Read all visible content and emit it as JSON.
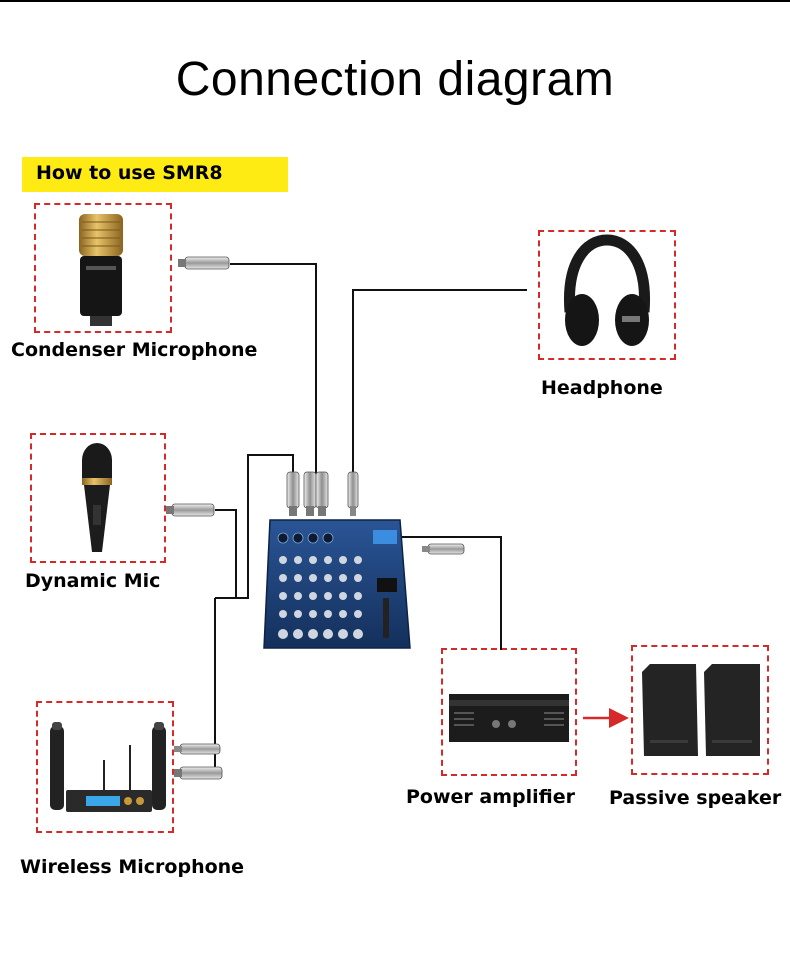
{
  "title": "Connection diagram",
  "banner": "How to use SMR8",
  "labels": {
    "condenser": "Condenser Microphone",
    "dynamic": "Dynamic Mic",
    "wireless": "Wireless Microphone",
    "headphone": "Headphone",
    "amplifier": "Power amplifier",
    "speaker": "Passive speaker"
  },
  "colors": {
    "dashed_border": "#d62a2a",
    "banner": "#ffeb14",
    "arrow": "#d62a2a",
    "mixer_body": "#1d3f74",
    "mic_gold": "#c89838"
  },
  "icons": [
    "condenser-microphone-icon",
    "dynamic-microphone-icon",
    "wireless-microphone-icon",
    "headphone-icon",
    "power-amplifier-icon",
    "passive-speaker-icon",
    "mixer-icon",
    "xlr-plug-icon",
    "jack-plug-icon"
  ]
}
